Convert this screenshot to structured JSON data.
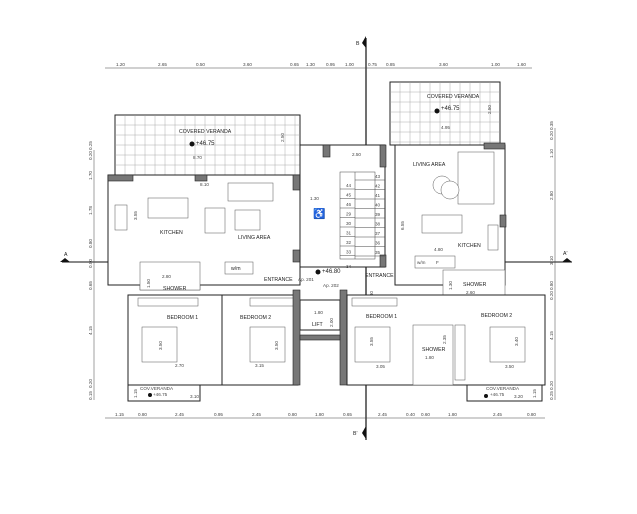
{
  "section_marks": {
    "top": "B",
    "bottom": "B'",
    "left": "A",
    "right": "A'"
  },
  "dimensions": {
    "top": [
      "1.20",
      "2.65",
      "0.50",
      "3.60",
      "0.65",
      "1.30",
      "0.95",
      "1.00",
      "0.75",
      "0.85",
      "3.60",
      "1.00",
      "1.60"
    ],
    "bottom": [
      "1.15",
      "0.80",
      "2.45",
      "0.95",
      "2.45",
      "0.80",
      "1.80",
      "0.65",
      "2.45",
      "0.40",
      "0.60",
      "1.80",
      "2.45",
      "0.80"
    ],
    "left": [
      "0.25",
      "0.20",
      "1.70",
      "1.78",
      "0.80",
      "0.80",
      "0.65",
      "4.15",
      "0.20",
      "0.15"
    ],
    "right": [
      "0.35",
      "0.20",
      "1.10",
      "2.80",
      "3.10",
      "0.80",
      "0.20",
      "4.15",
      "0.20",
      "0.25"
    ]
  },
  "apartment_201": {
    "label": "Ap. 201",
    "covered_veranda": {
      "label": "COVERED VERANDA",
      "level": "+46.75",
      "width": "8.70",
      "depth": "2.50"
    },
    "inner_width": "8.10",
    "kitchen": {
      "label": "KITCHEN",
      "dim": "3.55"
    },
    "living_area": "LIVING AREA",
    "entrance": "ENTRANCE",
    "wm": "w/m",
    "shower": {
      "label": "SHOWER",
      "dim1": "2.80",
      "dim2": "1.50"
    },
    "bedroom1": {
      "label": "BEDROOM 1",
      "w": "2.70",
      "h": "3.50"
    },
    "bedroom2": {
      "label": "BEDROOM 2",
      "w": "3.15",
      "h": "3.50"
    },
    "cov_veranda": {
      "label": "COV.VERANDA",
      "level": "+46.75",
      "w": "3.10",
      "h": "1.15"
    }
  },
  "apartment_202": {
    "label": "Ap. 202",
    "covered_veranda": {
      "label": "COVERED VERANDA",
      "level": "+46.75",
      "width": "4.95",
      "depth": "2.50"
    },
    "living_area": "LIVING AREA",
    "kitchen": {
      "label": "KITCHEN",
      "w": "4.80",
      "h": "6.55"
    },
    "entrance": "ENTRANCE",
    "wm": "w/m",
    "fridge": "F",
    "shower": {
      "label": "SHOWER",
      "dim1": "2.60",
      "dim2": "1.30"
    },
    "shower2": {
      "label": "SHOWER",
      "w": "1.80",
      "h": "2.35"
    },
    "bedroom1": {
      "label": "BEDROOM 1",
      "w": "3.05",
      "h": "3.55"
    },
    "bedroom2": {
      "label": "BEDROOM 2",
      "w": "3.50",
      "h": "3.40"
    },
    "cov_veranda": {
      "label": "COV.VERANDA",
      "level": "+46.75",
      "w": "3.20",
      "h": "1.15"
    }
  },
  "core": {
    "stair_width": "2.50",
    "landing": "1.30",
    "landing_h": "1.30",
    "entrance_level": "+46.80",
    "lift": {
      "label": "LIFT",
      "w": "1.80",
      "h": "2.00"
    },
    "steps_left": [
      "44",
      "45",
      "46",
      "29",
      "30",
      "31",
      "32",
      "33"
    ],
    "steps_right": [
      "43",
      "42",
      "41",
      "40",
      "39",
      "38",
      "37",
      "36",
      "35"
    ],
    "step_bottom": "34"
  }
}
